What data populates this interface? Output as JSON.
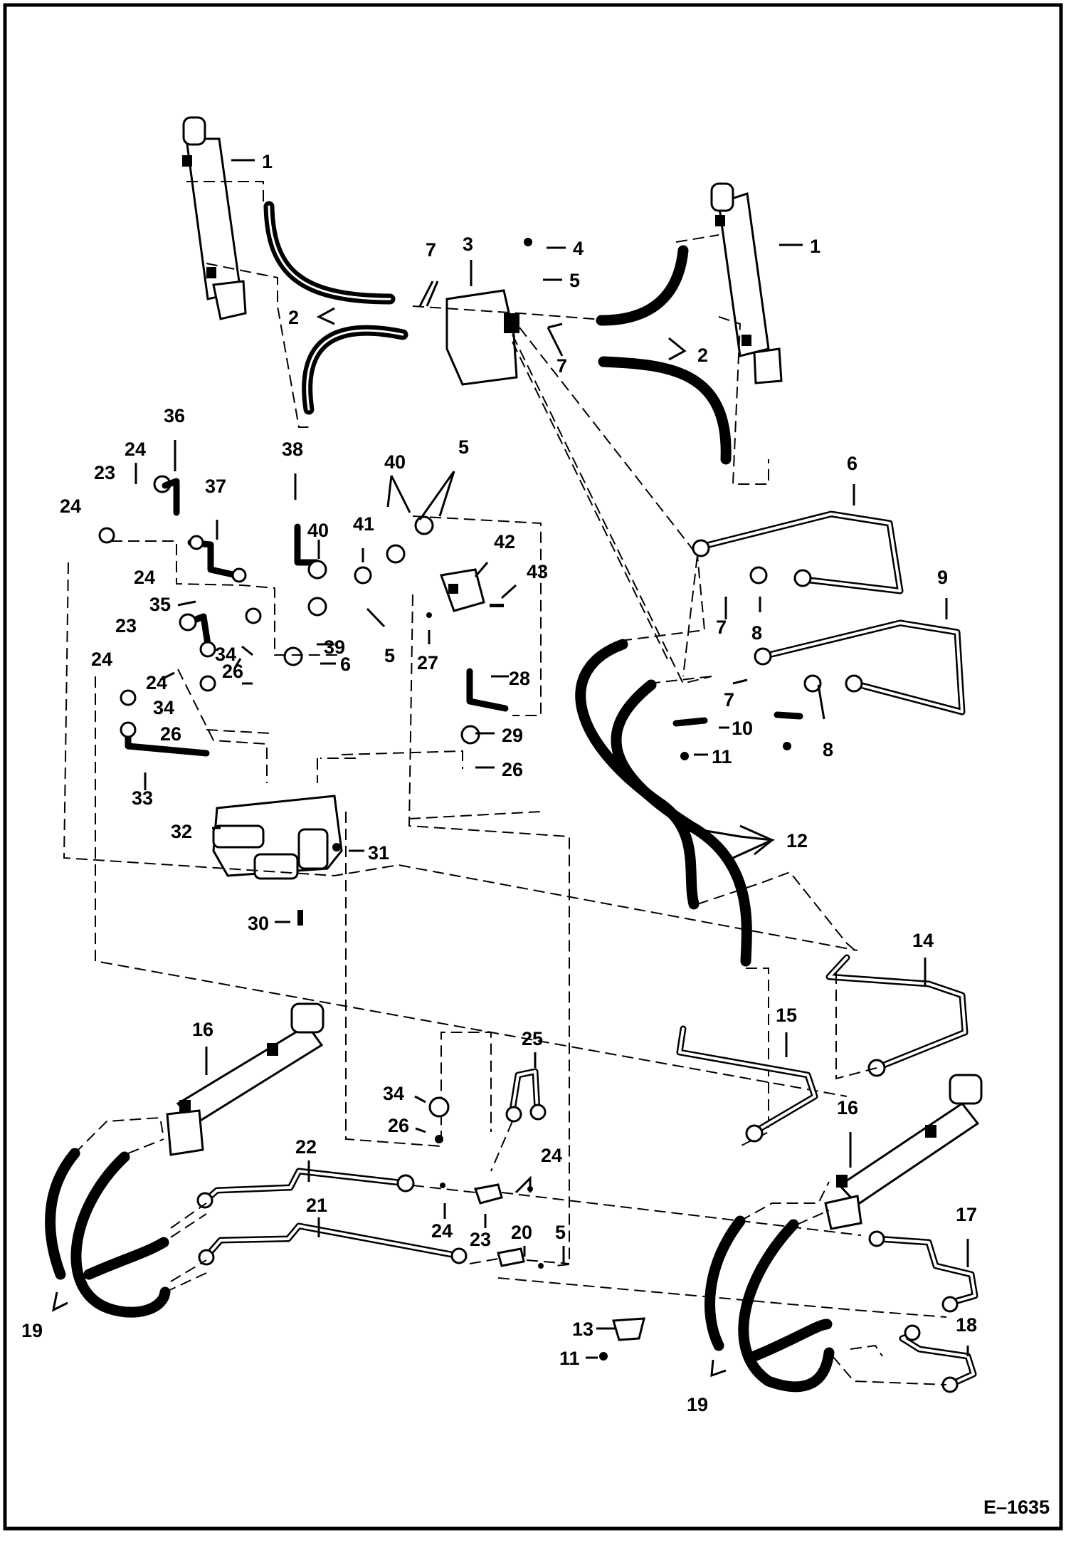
{
  "drawing_code": "E–1635",
  "callouts": [
    "1",
    "1",
    "2",
    "2",
    "3",
    "4",
    "5",
    "7",
    "7",
    "36",
    "24",
    "23",
    "24",
    "24",
    "37",
    "38",
    "40",
    "41",
    "40",
    "5",
    "42",
    "43",
    "5",
    "27",
    "28",
    "29",
    "26",
    "35",
    "23",
    "34",
    "26",
    "39",
    "6",
    "24",
    "24",
    "34",
    "26",
    "33",
    "32",
    "31",
    "30",
    "6",
    "9",
    "7",
    "8",
    "7",
    "8",
    "10",
    "11",
    "12",
    "14",
    "15",
    "16",
    "25",
    "34",
    "26",
    "22",
    "24",
    "24",
    "23",
    "20",
    "5",
    "21",
    "19",
    "13",
    "11",
    "16",
    "17",
    "18",
    "19"
  ]
}
